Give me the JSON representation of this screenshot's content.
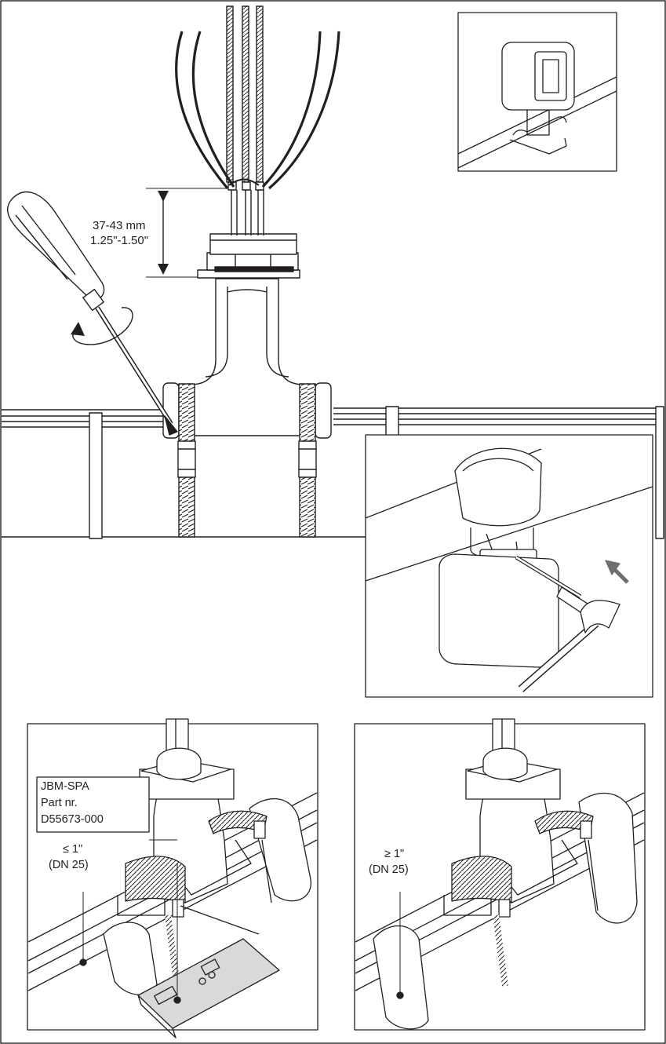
{
  "main": {
    "dimension": {
      "metric": "37-43 mm",
      "imperial": "1.25\"-1.50\""
    }
  },
  "panel_left": {
    "accessory": {
      "name": "JBM-SPA",
      "part_label": "Part nr.",
      "part_number": "D55673-000"
    },
    "pipe_size": {
      "limit": "≤ 1\"",
      "dn": "(DN 25)"
    }
  },
  "panel_right": {
    "pipe_size": {
      "limit": "≥ 1\"",
      "dn": "(DN 25)"
    }
  },
  "colors": {
    "ink": "#231f20",
    "fill": "#ffffff",
    "shade": "#d9d9d9",
    "arrow": "#6d6e71"
  }
}
